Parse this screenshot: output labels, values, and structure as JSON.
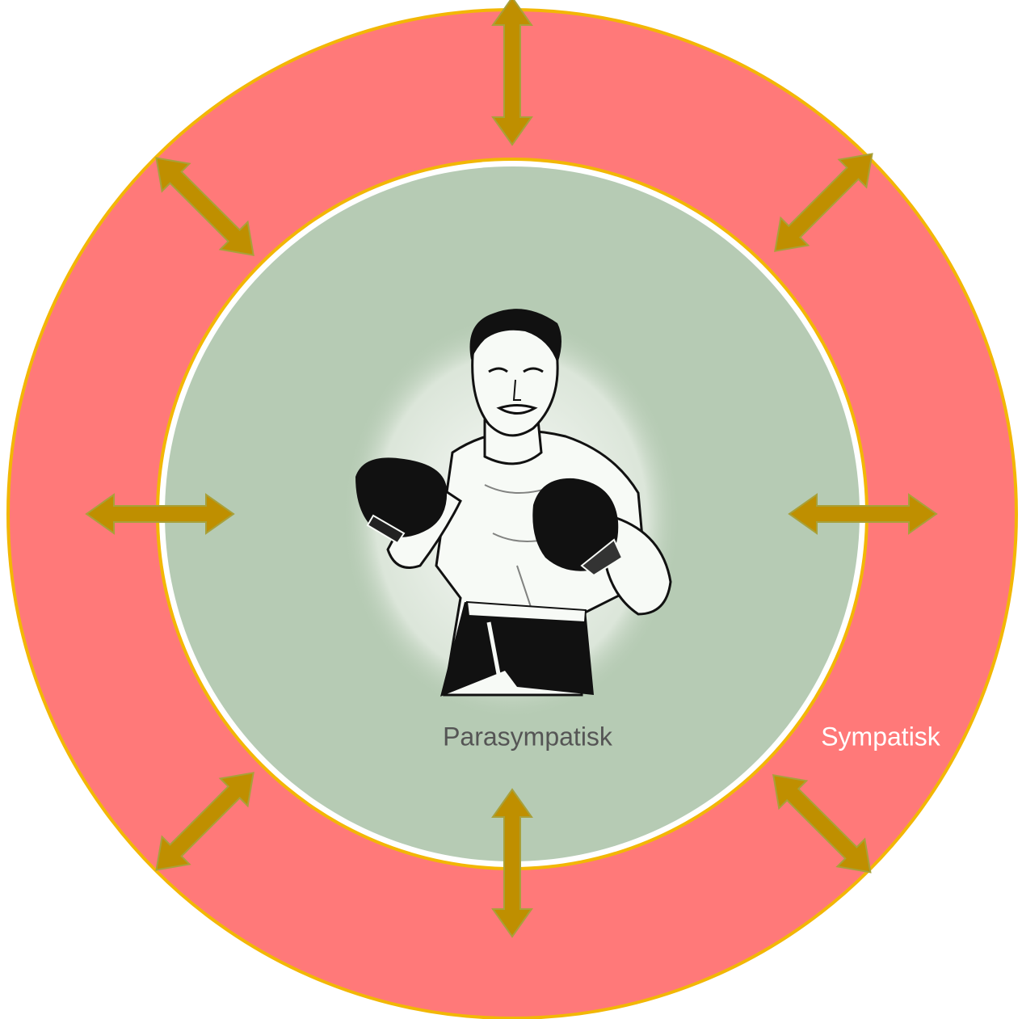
{
  "labels": {
    "inner": "Parasympatisk",
    "outer": "Sympatisk"
  },
  "illustration": "boxer-illustration",
  "colors": {
    "outer_ring": "#ff7979",
    "outer_ring_border": "#f2b705",
    "inner_circle": "#b6cbb4",
    "inner_border_white": "#ffffff",
    "inner_border_gold": "#f2b705",
    "arrow_fill": "#bf8f00",
    "arrow_stroke": "#a8a13a",
    "inner_label_color": "#555555",
    "outer_label_color": "#ffffff"
  },
  "arrow_count": 8,
  "arrow_semantics": "double-headed-arrow-icon"
}
